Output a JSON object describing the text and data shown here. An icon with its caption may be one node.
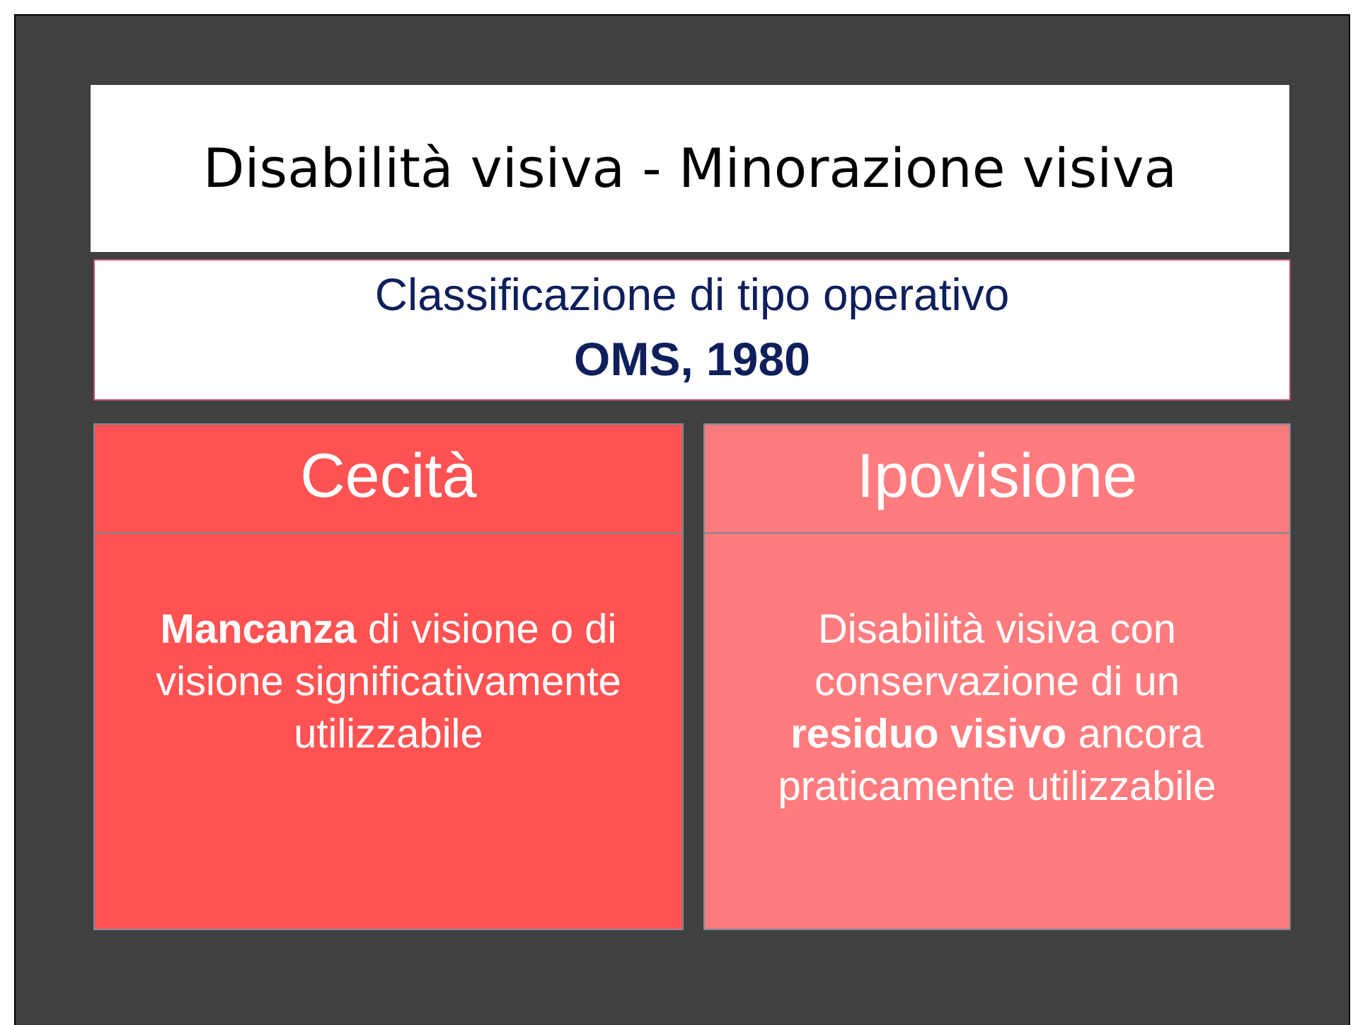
{
  "diagram": {
    "nodes": [
      {
        "text": [
          "Disabilità visiva - Minorazione visiva"
        ]
      },
      {
        "text": [
          "Classificazione di tipo operativo",
          "OMS, 1980"
        ]
      },
      {
        "text": [
          "Cecità",
          "**Mancanza** di visione o di visione significativamente utilizzabile"
        ]
      },
      {
        "text": [
          "Ipovisione",
          "Disabilità visiva con conservazione di un **residuo visivo** ancora praticamente utilizzabile"
        ]
      }
    ]
  }
}
